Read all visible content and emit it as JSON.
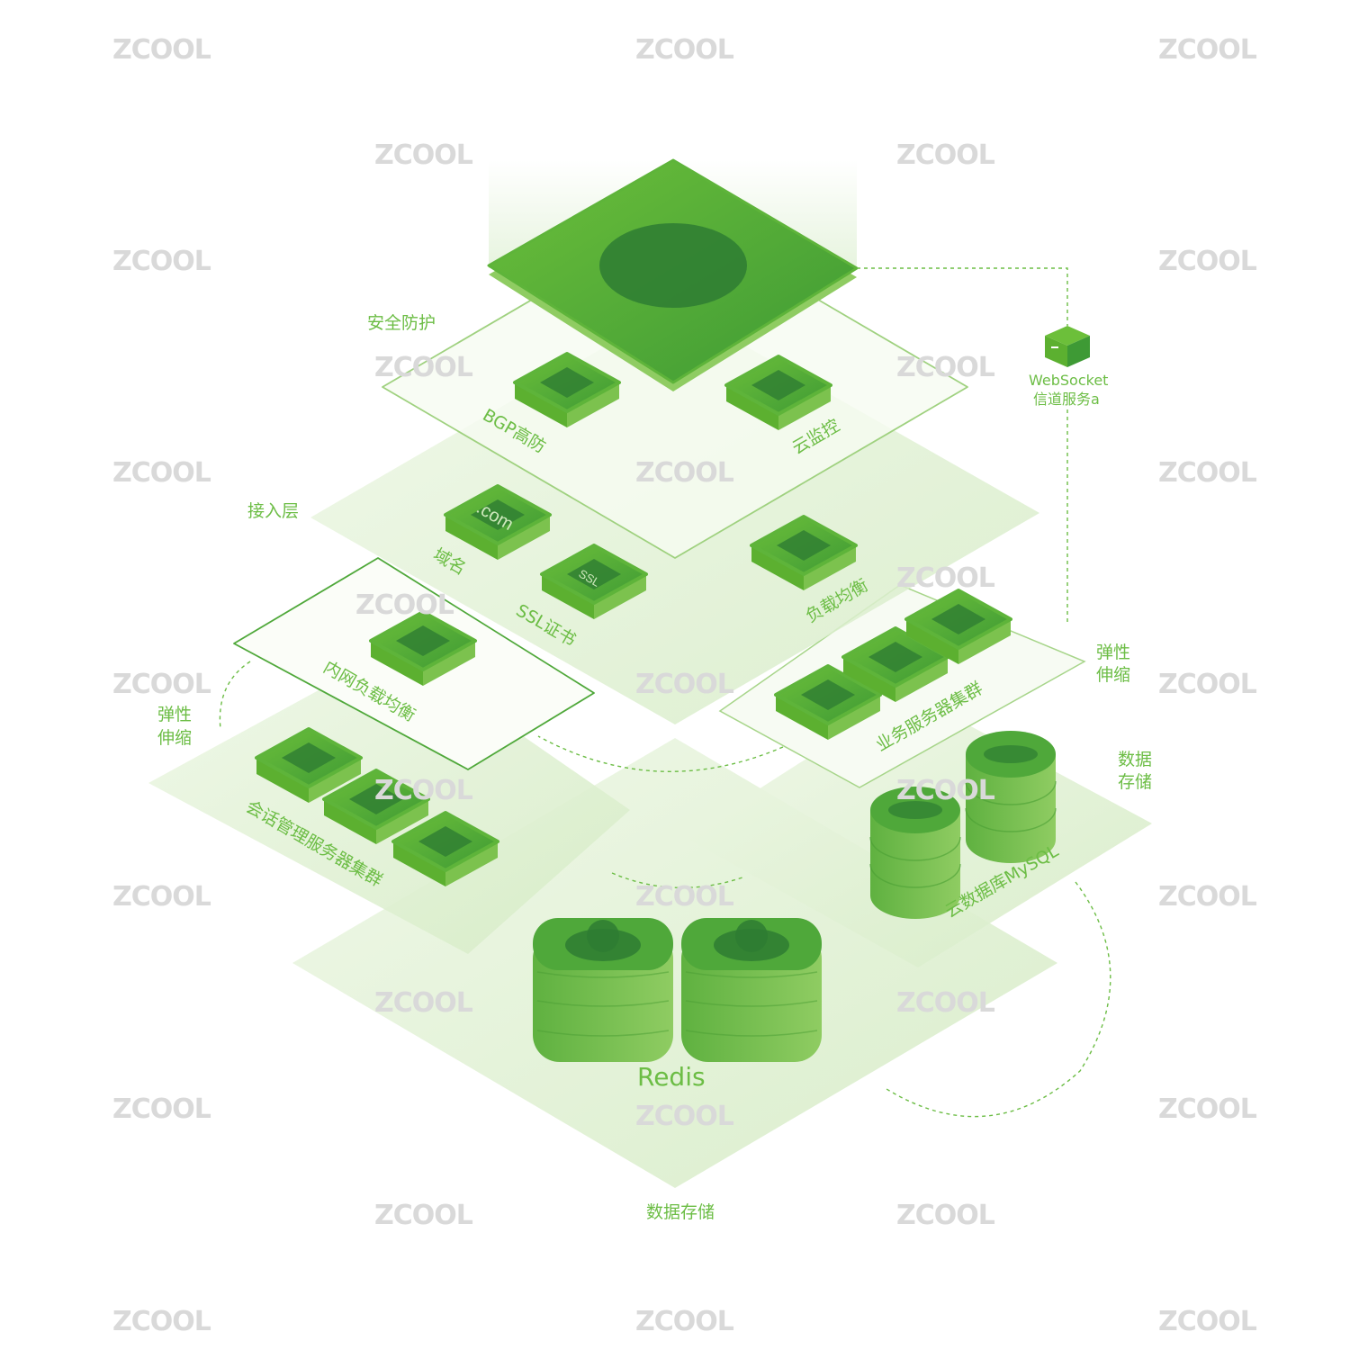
{
  "watermark": "ZCOOL",
  "colors": {
    "primary": "#4fa83a",
    "dark": "#2e7d32",
    "light": "#8cc96a",
    "label": "#6cbd45",
    "layer_fill": "#e8f4de"
  },
  "layers": {
    "security": {
      "label": "安全防护",
      "items": [
        "BGP高防",
        "云监控"
      ]
    },
    "access": {
      "label": "接入层",
      "items": [
        "域名",
        "SSL证书",
        "负载均衡"
      ],
      "domain_icon_text": ".com",
      "ssl_icon_text": "SSL"
    },
    "internal_lb": {
      "label": "内网负载均衡"
    },
    "session": {
      "label": "会话管理服务器集群",
      "scaling": [
        "弹性",
        "伸缩"
      ]
    },
    "business": {
      "label": "业务服务器集群",
      "scaling": [
        "弹性",
        "伸缩"
      ]
    },
    "database": {
      "label": "云数据库MySQL",
      "section": [
        "数据",
        "存储"
      ]
    },
    "cache": {
      "label": "Redis"
    },
    "bottom_label": "数据存储"
  },
  "websocket": {
    "line1": "WebSocket",
    "line2": "信道服务a"
  }
}
